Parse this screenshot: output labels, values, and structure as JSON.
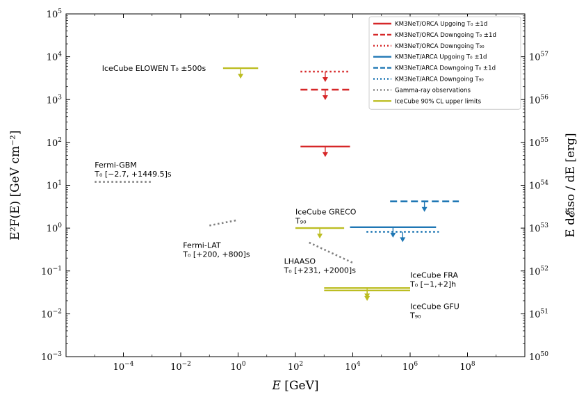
{
  "chart_data": {
    "type": "line",
    "x_scale": "log",
    "y_scale": "log",
    "xlim_exp": [
      -6,
      10
    ],
    "ylim_exp": [
      -3,
      5
    ],
    "x_tick_exponents": [
      -4,
      -2,
      0,
      2,
      4,
      6,
      8
    ],
    "y_tick_exponents": [
      -3,
      -2,
      -1,
      0,
      1,
      2,
      3,
      4,
      5
    ],
    "right_tick_exponents": [
      50,
      51,
      52,
      53,
      54,
      55,
      56,
      57
    ],
    "tick_base": "10",
    "xlabel": {
      "main": "E",
      "unit": "[GeV]"
    },
    "ylabel": "E²F(E) [GeV cm⁻²]",
    "ylabel_right": "E d𝓔iso / dE [erg]",
    "legend_location": "upper right",
    "legend": [
      {
        "label": "KM3NeT/ORCA Upgoing T₀ ±1d",
        "color": "#d62728",
        "style": "solid"
      },
      {
        "label": "KM3NeT/ORCA Downgoing T₀ ±1d",
        "color": "#d62728",
        "style": "dashed"
      },
      {
        "label": "KM3NeT/ORCA Downgoing T₉₀",
        "color": "#d62728",
        "style": "dotted"
      },
      {
        "label": "KM3NeT/ARCA Upgoing T₀ ±1d",
        "color": "#1f77b4",
        "style": "solid"
      },
      {
        "label": "KM3NeT/ARCA Downgoing T₀ ±1d",
        "color": "#1f77b4",
        "style": "dashed"
      },
      {
        "label": "KM3NeT/ARCA Downgoing T₉₀",
        "color": "#1f77b4",
        "style": "dotted"
      },
      {
        "label": "Gamma-ray observations",
        "color": "#7f7f7f",
        "style": "dotted"
      },
      {
        "label": "IceCube 90% CL upper limits",
        "color": "#bcbd22",
        "style": "solid"
      }
    ],
    "series": [
      {
        "name": "KM3NeT/ORCA Upgoing T₀ ±1d",
        "color": "#d62728",
        "style": "solid",
        "x": [
          150,
          8000
        ],
        "y": [
          80,
          80
        ],
        "upper_limit": true
      },
      {
        "name": "KM3NeT/ORCA Downgoing T₀ ±1d",
        "color": "#d62728",
        "style": "dashed",
        "x": [
          150,
          8000
        ],
        "y": [
          1700,
          1700
        ],
        "upper_limit": true
      },
      {
        "name": "KM3NeT/ORCA Downgoing T₉₀",
        "color": "#d62728",
        "style": "dotted",
        "x": [
          150,
          8000
        ],
        "y": [
          4500,
          4500
        ],
        "upper_limit": true
      },
      {
        "name": "KM3NeT/ARCA Upgoing T₀ ±1d",
        "color": "#1f77b4",
        "style": "solid",
        "x": [
          8000,
          8000000
        ],
        "y": [
          1.05,
          1.05
        ],
        "upper_limit": true
      },
      {
        "name": "KM3NeT/ARCA Downgoing T₀ ±1d",
        "color": "#1f77b4",
        "style": "dashed",
        "x": [
          200000,
          50000000
        ],
        "y": [
          4.2,
          4.2
        ],
        "upper_limit": true
      },
      {
        "name": "KM3NeT/ARCA Downgoing T₉₀",
        "color": "#1f77b4",
        "style": "dotted",
        "x": [
          30000,
          10000000
        ],
        "y": [
          0.82,
          0.82
        ],
        "upper_limit": true
      },
      {
        "name": "Fermi-GBM",
        "color": "#7f7f7f",
        "style": "dotted",
        "x": [
          1e-05,
          0.001
        ],
        "y": [
          12,
          12
        ],
        "upper_limit": false
      },
      {
        "name": "Fermi-LAT",
        "color": "#7f7f7f",
        "style": "dotted",
        "x": [
          0.1,
          1.0
        ],
        "y": [
          1.15,
          1.55
        ],
        "upper_limit": false
      },
      {
        "name": "LHAASO",
        "color": "#7f7f7f",
        "style": "dotted",
        "x": [
          300,
          10000
        ],
        "y": [
          0.46,
          0.155
        ],
        "upper_limit": false
      },
      {
        "name": "IceCube ELOWEN",
        "color": "#bcbd22",
        "style": "solid",
        "x": [
          0.3,
          5
        ],
        "y": [
          5400,
          5400
        ],
        "upper_limit": true
      },
      {
        "name": "IceCube GRECO",
        "color": "#bcbd22",
        "style": "solid",
        "x": [
          100,
          5000
        ],
        "y": [
          1.0,
          1.0
        ],
        "upper_limit": true
      },
      {
        "name": "IceCube FRA",
        "color": "#bcbd22",
        "style": "solid",
        "x": [
          1000,
          1000000
        ],
        "y": [
          0.04,
          0.04
        ],
        "upper_limit": true
      },
      {
        "name": "IceCube GFU",
        "color": "#bcbd22",
        "style": "solid",
        "x": [
          1000,
          1000000
        ],
        "y": [
          0.035,
          0.035
        ],
        "upper_limit": true
      }
    ],
    "annotations": [
      {
        "lines": [
          "IceCube ELOWEN T₀ ±500s"
        ],
        "x": 1.8e-05,
        "y": 5400
      },
      {
        "lines": [
          "Fermi-GBM",
          "T₀ [−2.7, +1449.5]s"
        ],
        "x": 1e-05,
        "y": 30
      },
      {
        "lines": [
          "Fermi-LAT",
          "T₀ [+200, +800]s"
        ],
        "x": 0.012,
        "y": 0.4
      },
      {
        "lines": [
          "IceCube GRECO",
          "T₉₀"
        ],
        "x": 100,
        "y": 2.4
      },
      {
        "lines": [
          "LHAASO",
          "T₀ [+231, +2000]s"
        ],
        "x": 40,
        "y": 0.17
      },
      {
        "lines": [
          "IceCube FRA",
          "T₀ [−1,+2]h"
        ],
        "x": 1000000,
        "y": 0.08
      },
      {
        "lines": [
          "IceCube GFU",
          "T₉₀"
        ],
        "x": 1000000,
        "y": 0.015
      }
    ]
  }
}
